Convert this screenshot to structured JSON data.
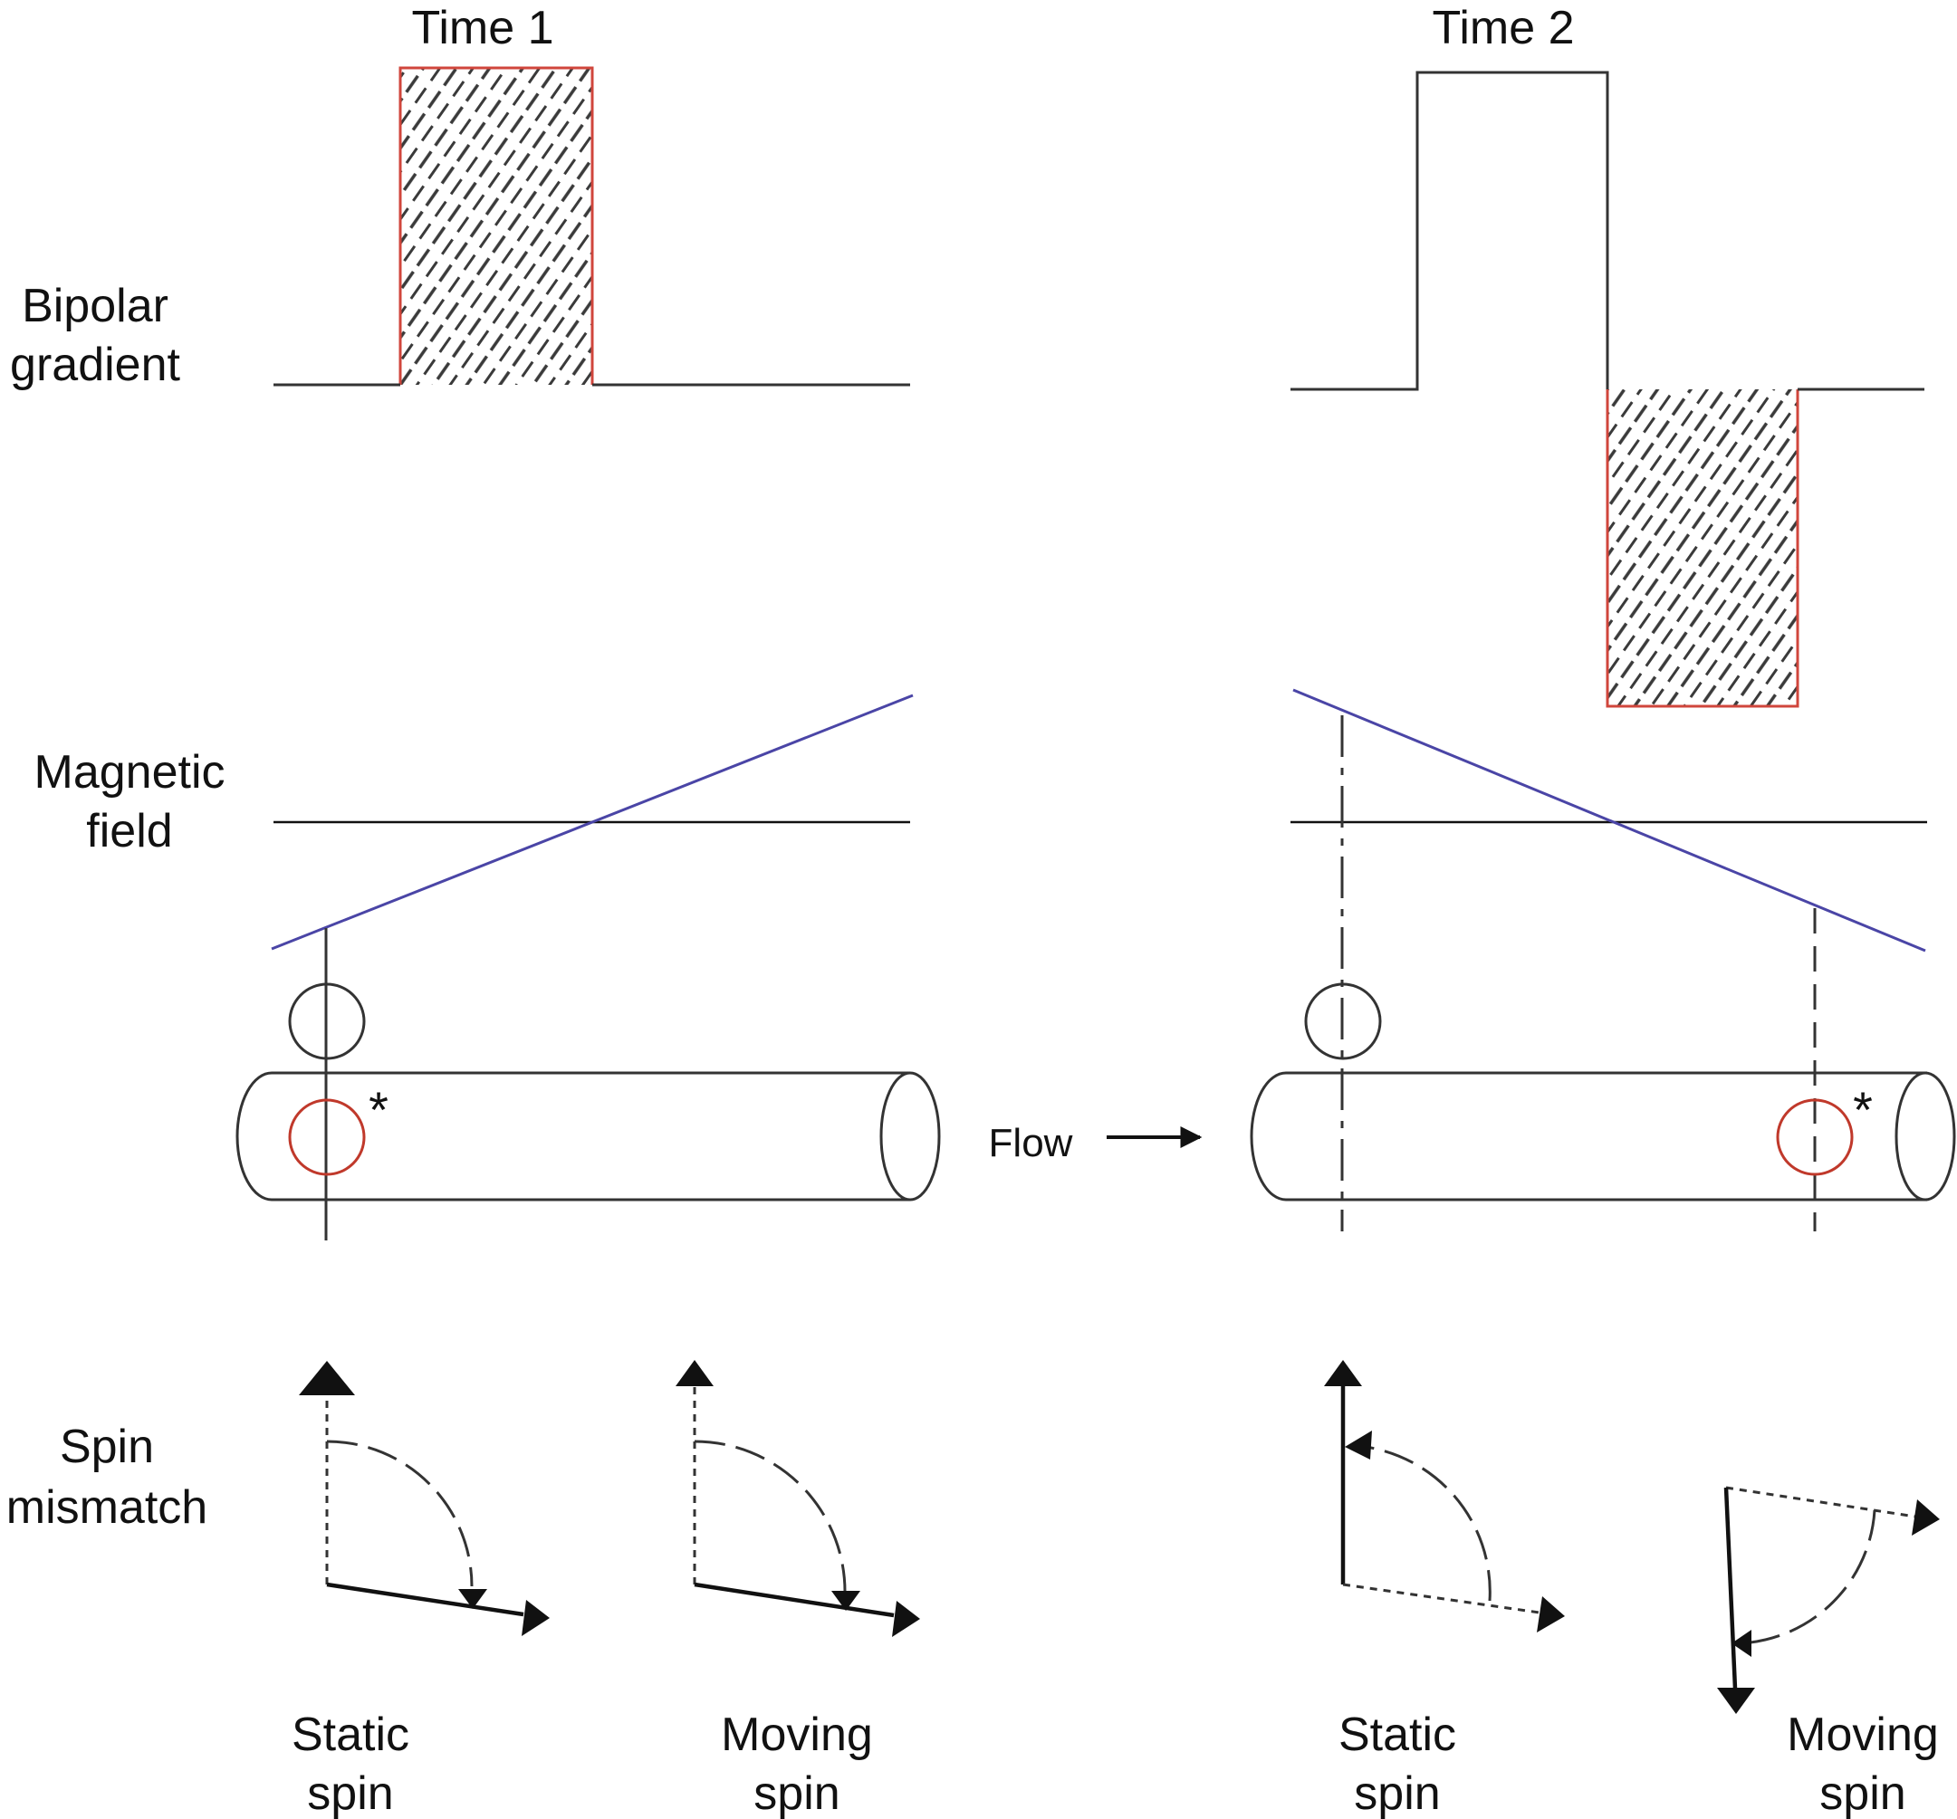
{
  "headers": {
    "time1": "Time 1",
    "time2": "Time 2"
  },
  "row_labels": {
    "gradient": [
      "Bipolar",
      "gradient"
    ],
    "field": [
      "Magnetic",
      "field"
    ],
    "spin": [
      "Spin",
      "mismatch"
    ]
  },
  "flow_label": "Flow",
  "marker": "*",
  "spin_labels": {
    "t1_static": [
      "Static",
      "spin"
    ],
    "t1_moving": [
      "Moving",
      "spin"
    ],
    "t2_static": [
      "Static",
      "spin"
    ],
    "t2_moving": [
      "Moving",
      "spin"
    ]
  },
  "colors": {
    "line": "#333333",
    "lobe_edge": "#d0463c",
    "field_gradient": "#4a45a6",
    "spin_marker": "#c0392b",
    "hatch": "#3a3a3a"
  }
}
